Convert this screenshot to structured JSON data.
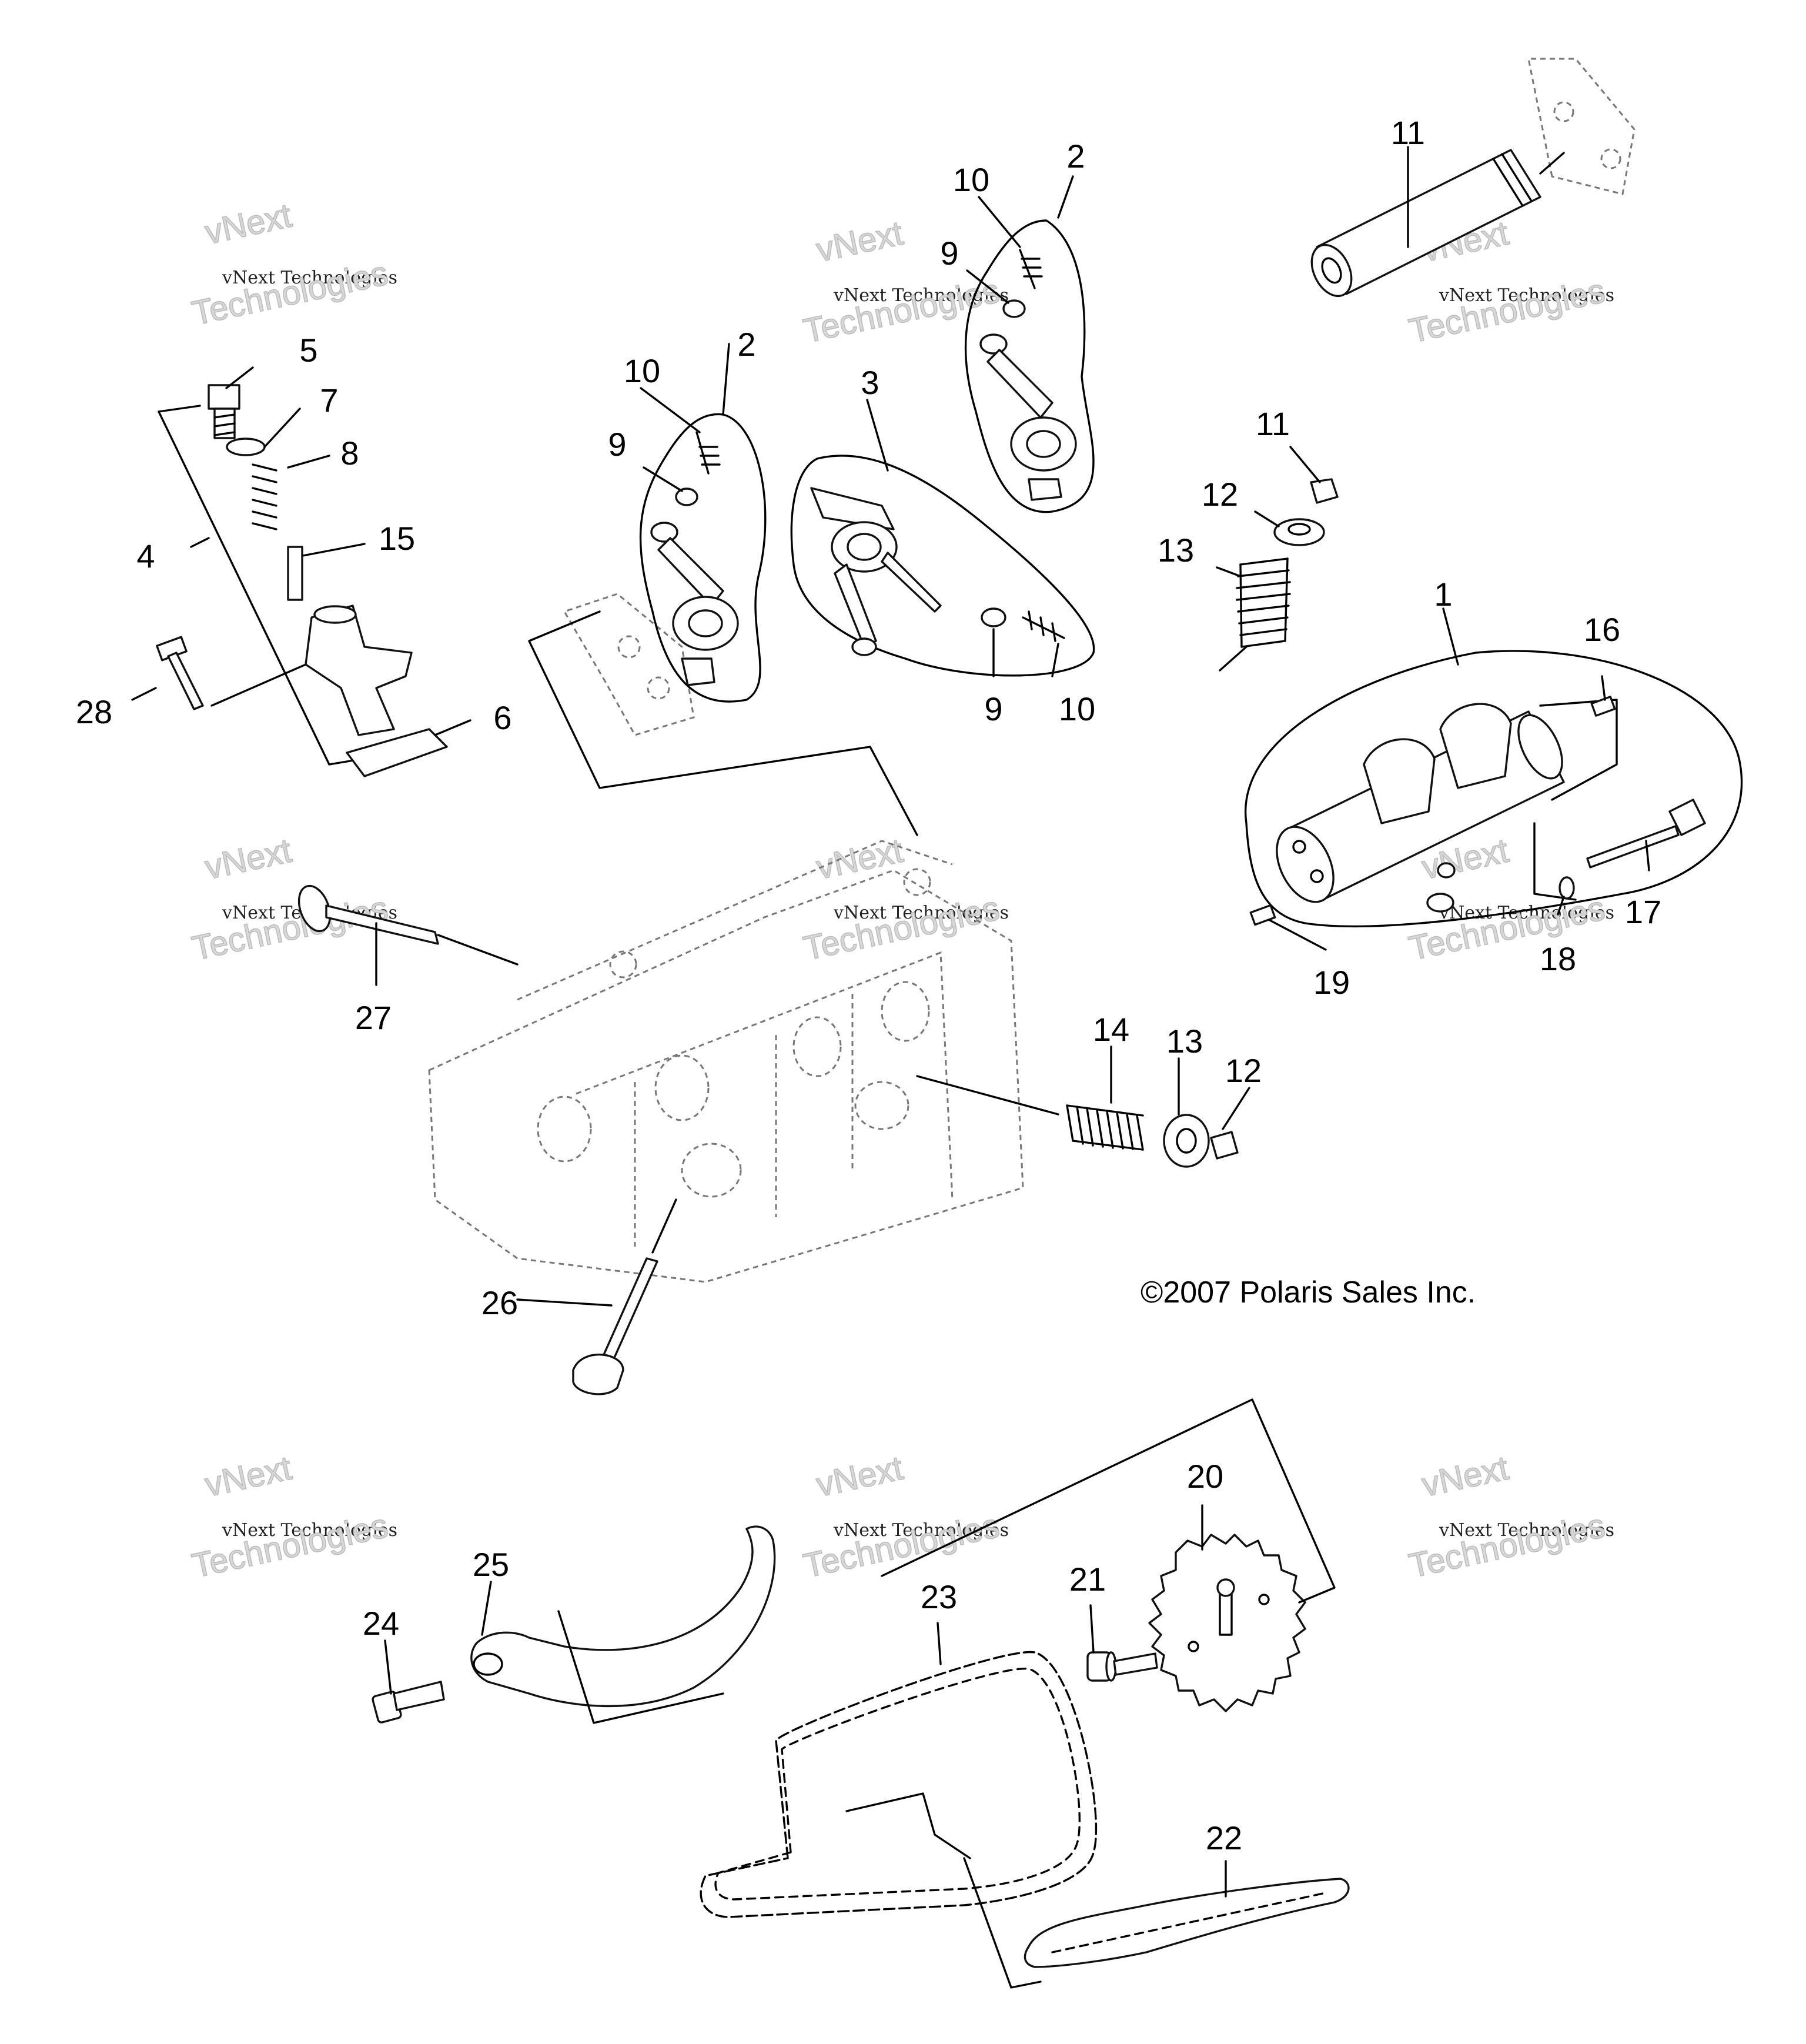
{
  "copyright": "©2007 Polaris Sales Inc.",
  "watermark": {
    "line1": "vNext",
    "line2": "vNext Technologies",
    "line3": "Technologies"
  },
  "callouts": [
    {
      "num": "1"
    },
    {
      "num": "2"
    },
    {
      "num": "2"
    },
    {
      "num": "3"
    },
    {
      "num": "4"
    },
    {
      "num": "5"
    },
    {
      "num": "6"
    },
    {
      "num": "7"
    },
    {
      "num": "8"
    },
    {
      "num": "9"
    },
    {
      "num": "9"
    },
    {
      "num": "9"
    },
    {
      "num": "10"
    },
    {
      "num": "10"
    },
    {
      "num": "10"
    },
    {
      "num": "11"
    },
    {
      "num": "11"
    },
    {
      "num": "12"
    },
    {
      "num": "12"
    },
    {
      "num": "13"
    },
    {
      "num": "13"
    },
    {
      "num": "14"
    },
    {
      "num": "15"
    },
    {
      "num": "16"
    },
    {
      "num": "17"
    },
    {
      "num": "18"
    },
    {
      "num": "19"
    },
    {
      "num": "20"
    },
    {
      "num": "21"
    },
    {
      "num": "22"
    },
    {
      "num": "23"
    },
    {
      "num": "24"
    },
    {
      "num": "25"
    },
    {
      "num": "26"
    },
    {
      "num": "27"
    },
    {
      "num": "28"
    }
  ]
}
